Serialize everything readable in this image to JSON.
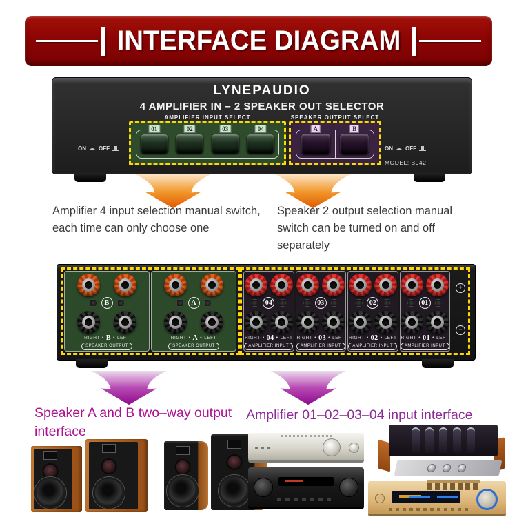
{
  "banner": {
    "title": "INTERFACE DIAGRAM"
  },
  "front_panel": {
    "brand": "LYNEPAUDIO",
    "title": "4 AMPLIFIER IN – 2 SPEAKER OUT SELECTOR",
    "amp_select_label": "AMPLIFIER INPUT SELECT",
    "spk_select_label": "SPEAKER OUTPUT SELECT",
    "amp_buttons": [
      "01",
      "02",
      "03",
      "04"
    ],
    "spk_buttons": [
      "A",
      "B"
    ],
    "power": {
      "on": "ON",
      "off": "OFF"
    },
    "model": "MODEL: B042"
  },
  "notes": {
    "amp_note": "Amplifier 4 input selection manual switch, each time can only choose one",
    "spk_note": "Speaker 2 output selection manual switch can be turned on and off separately"
  },
  "back_panel": {
    "separator": "•",
    "speaker_sections": [
      {
        "id": "B",
        "right_label": "RIGHT",
        "left_label": "LEFT",
        "label": "SPEAKER OUTPUT"
      },
      {
        "id": "A",
        "right_label": "RIGHT",
        "left_label": "LEFT",
        "label": "SPEAKER OUTPUT"
      }
    ],
    "amplifier_sections": [
      {
        "id": "04",
        "right_label": "RIGHT",
        "left_label": "LEFT",
        "label": "AMPLIFIER INPUT"
      },
      {
        "id": "03",
        "right_label": "RIGHT",
        "left_label": "LEFT",
        "label": "AMPLIFIER INPUT"
      },
      {
        "id": "02",
        "right_label": "RIGHT",
        "left_label": "LEFT",
        "label": "AMPLIFIER INPUT"
      },
      {
        "id": "01",
        "right_label": "RIGHT",
        "left_label": "LEFT",
        "label": "AMPLIFIER INPUT"
      }
    ],
    "polarity_plus": "+",
    "polarity_minus": "−"
  },
  "bottom": {
    "speaker_caption": "Speaker A and B two–way output interface",
    "amp_caption": "Amplifier 01–02–03–04 input interface"
  },
  "icons": {
    "power_on": "pressed-button-glyph",
    "power_off": "released-button-glyph",
    "orange_arrow": "curved-down-arrow",
    "purple_arrow": "curved-down-arrow",
    "polarity_plus": "circled-plus",
    "polarity_minus": "circled-minus"
  },
  "colors": {
    "banner_red": "#8c0404",
    "dash_yellow": "#ffd800",
    "front_green": "#2e4c2c",
    "front_purple": "#3a2340",
    "back_green": "#2c4a2a",
    "back_dark": "#211a23",
    "arrow_orange": "#e05a02",
    "arrow_purple": "#8c0a8c",
    "caption_magenta": "#ae1190",
    "caption_purple": "#8d2b97"
  }
}
